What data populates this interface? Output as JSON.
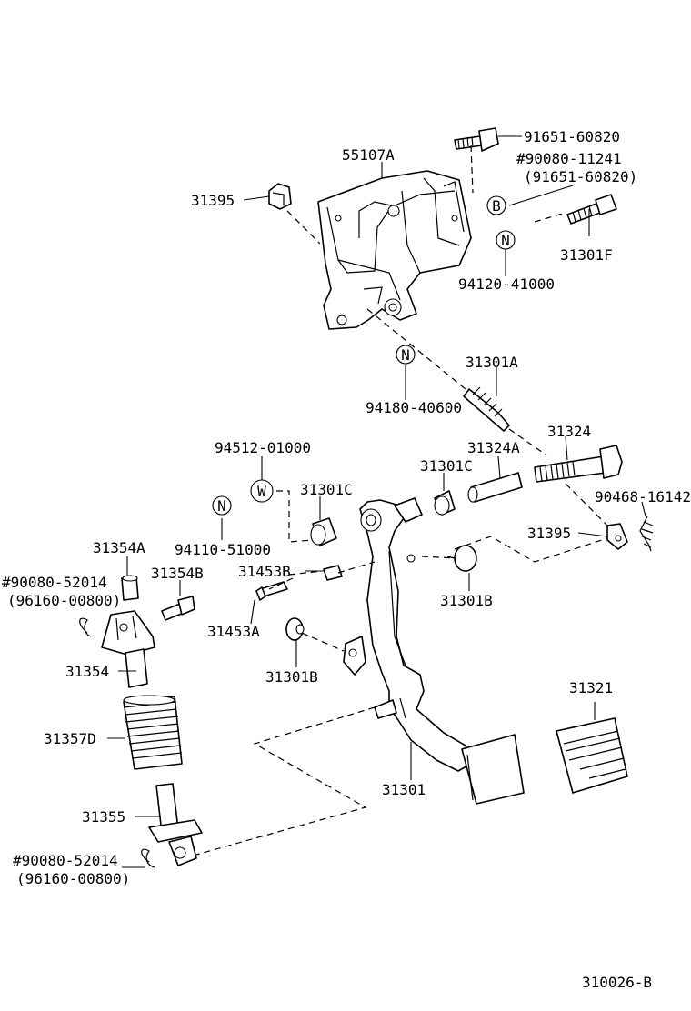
{
  "diagram_id": "310026-B",
  "labels": {
    "p91651_60820": "91651-60820",
    "p55107A": "55107A",
    "p90080_11241": "#90080-11241",
    "p91651_60820_alt": "(91651-60820)",
    "p31395_top": "31395",
    "sym_B": "B",
    "sym_N_top": "N",
    "p31301F": "31301F",
    "p94120_41000": "94120-41000",
    "sym_N_mid": "N",
    "p31301A": "31301A",
    "p94180_40600": "94180-40600",
    "p94512_01000": "94512-01000",
    "p31324": "31324",
    "p31324A": "31324A",
    "sym_W": "W",
    "p31301C_a": "31301C",
    "p31301C_b": "31301C",
    "p90468_16142": "90468-16142",
    "sym_N_left": "N",
    "p94110_51000": "94110-51000",
    "p31395_bot": "31395",
    "p31354A": "31354A",
    "p90080_52014_a": "#90080-52014",
    "p96160_00800_a": "(96160-00800)",
    "p31354B": "31354B",
    "p31453B": "31453B",
    "p31301B_a": "31301B",
    "p31453A": "31453A",
    "p31354": "31354",
    "p31301B_b": "31301B",
    "p31321": "31321",
    "p31357D": "31357D",
    "p31301": "31301",
    "p31355": "31355",
    "p90080_52014_b": "#90080-52014",
    "p96160_00800_b": "(96160-00800)"
  }
}
